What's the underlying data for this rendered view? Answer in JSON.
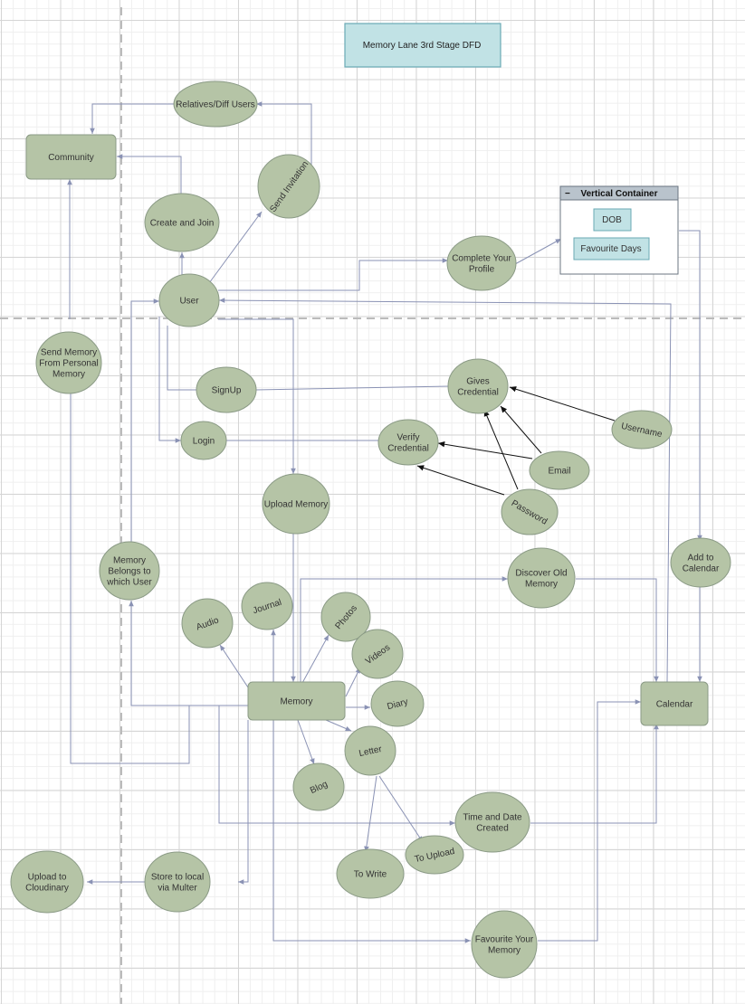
{
  "diagram": {
    "title": "Memory Lane 3rd Stage DFD",
    "colors": {
      "node_fill": "#b5c4a6",
      "node_stroke": "#8a9a85",
      "edge": "#8a92b4",
      "edge_dark": "#111111",
      "title_fill": "#c1e2e5",
      "title_stroke": "#6aa9b4",
      "container_header": "#b9c3cc",
      "container_border": "#6b7682",
      "swimlane_line": "#bbbbbb"
    },
    "vertical_container": {
      "title": "Vertical Container",
      "collapse_symbol": "−",
      "items": [
        "DOB",
        "Favourite Days"
      ]
    },
    "nodes": {
      "community": "Community",
      "relatives": "Relatives/Diff Users",
      "send_invitation": "Send Invitation",
      "create_join": "Create and Join",
      "user": "User",
      "complete_profile": [
        "Complete Your",
        "Profile"
      ],
      "send_memory": [
        "Send Memory",
        "From Personal",
        "Memory"
      ],
      "signup": "SignUp",
      "gives_credential": [
        "Gives",
        "Credential"
      ],
      "username": "Username",
      "login": "Login",
      "verify_credential": [
        "Verify",
        "Credential"
      ],
      "email": "Email",
      "password": "Password",
      "upload_memory": "Upload Memory",
      "memory_belongs": [
        "Memory",
        "Belongs to",
        "which User"
      ],
      "discover_old": [
        "Discover Old",
        "Memory"
      ],
      "add_calendar": [
        "Add to",
        "Calendar"
      ],
      "audio": "Audio",
      "journal": "Journal",
      "photos": "Photos",
      "videos": "Videos",
      "memory": "Memory",
      "diary": "Diary",
      "letter": "Letter",
      "blog": "Blog",
      "calendar": "Calendar",
      "time_date": [
        "Time and Date",
        "Created"
      ],
      "to_upload": "To Upload",
      "to_write": "To Write",
      "upload_cloudinary": [
        "Upload to",
        "Cloudinary"
      ],
      "store_multer": [
        "Store to local",
        "via Multer"
      ],
      "favourite": [
        "Favourite Your",
        "Memory"
      ]
    }
  }
}
